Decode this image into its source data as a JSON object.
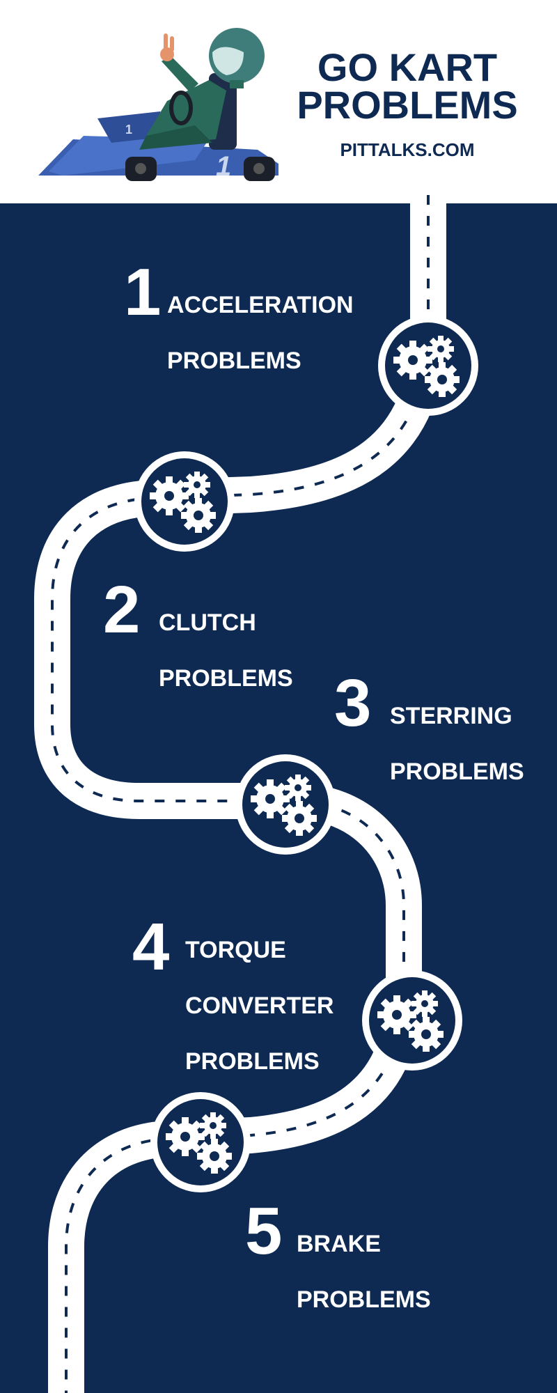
{
  "header": {
    "title_line1": "GO KART",
    "title_line2": "PROBLEMS",
    "site": "PITTALKS.COM"
  },
  "colors": {
    "navy": "#0e2a52",
    "white": "#ffffff"
  },
  "icons": {
    "kart": "kart-illustration",
    "gear": "gears-icon"
  },
  "steps": [
    {
      "number": "1",
      "line1": "ACCELERATION",
      "line2": "PROBLEMS"
    },
    {
      "number": "2",
      "line1": "CLUTCH",
      "line2": "PROBLEMS"
    },
    {
      "number": "3",
      "line1": "STERRING",
      "line2": "PROBLEMS"
    },
    {
      "number": "4",
      "line1": "TORQUE",
      "line2": "CONVERTER",
      "line3": "PROBLEMS"
    },
    {
      "number": "5",
      "line1": "BRAKE",
      "line2": "PROBLEMS"
    }
  ]
}
